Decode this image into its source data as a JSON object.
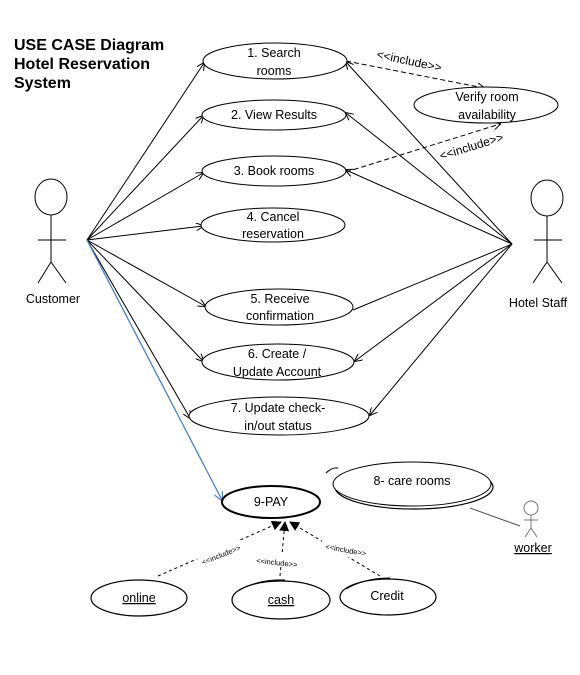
{
  "title": {
    "line1": "USE CASE Diagram",
    "line2": "Hotel Reservation",
    "line3": "System"
  },
  "actors": {
    "customer": "Customer",
    "hotel_staff": "Hotel Staff",
    "worker": "worker"
  },
  "use_cases": {
    "uc1": [
      "1. Search",
      "rooms"
    ],
    "uc2": "2. View Results",
    "uc3": "3. Book rooms",
    "uc4": [
      "4. Cancel",
      "reservation"
    ],
    "uc5": [
      "5. Receive",
      "confirmation"
    ],
    "uc6": [
      "6. Create /",
      "Update Account"
    ],
    "uc7": [
      "7. Update check-",
      "in/out status"
    ],
    "uc8": "8- care rooms",
    "uc9": "9-PAY",
    "verify": [
      "Verify room",
      "availability"
    ],
    "online": "online",
    "cash": "cash",
    "credit": "Credit"
  },
  "relations": {
    "include_top": "<<include>>",
    "include_mid": "<<include>>",
    "include_pay_left": "<<include>>",
    "include_pay_mid": "<<include>>",
    "include_pay_right": "<<include>>"
  }
}
